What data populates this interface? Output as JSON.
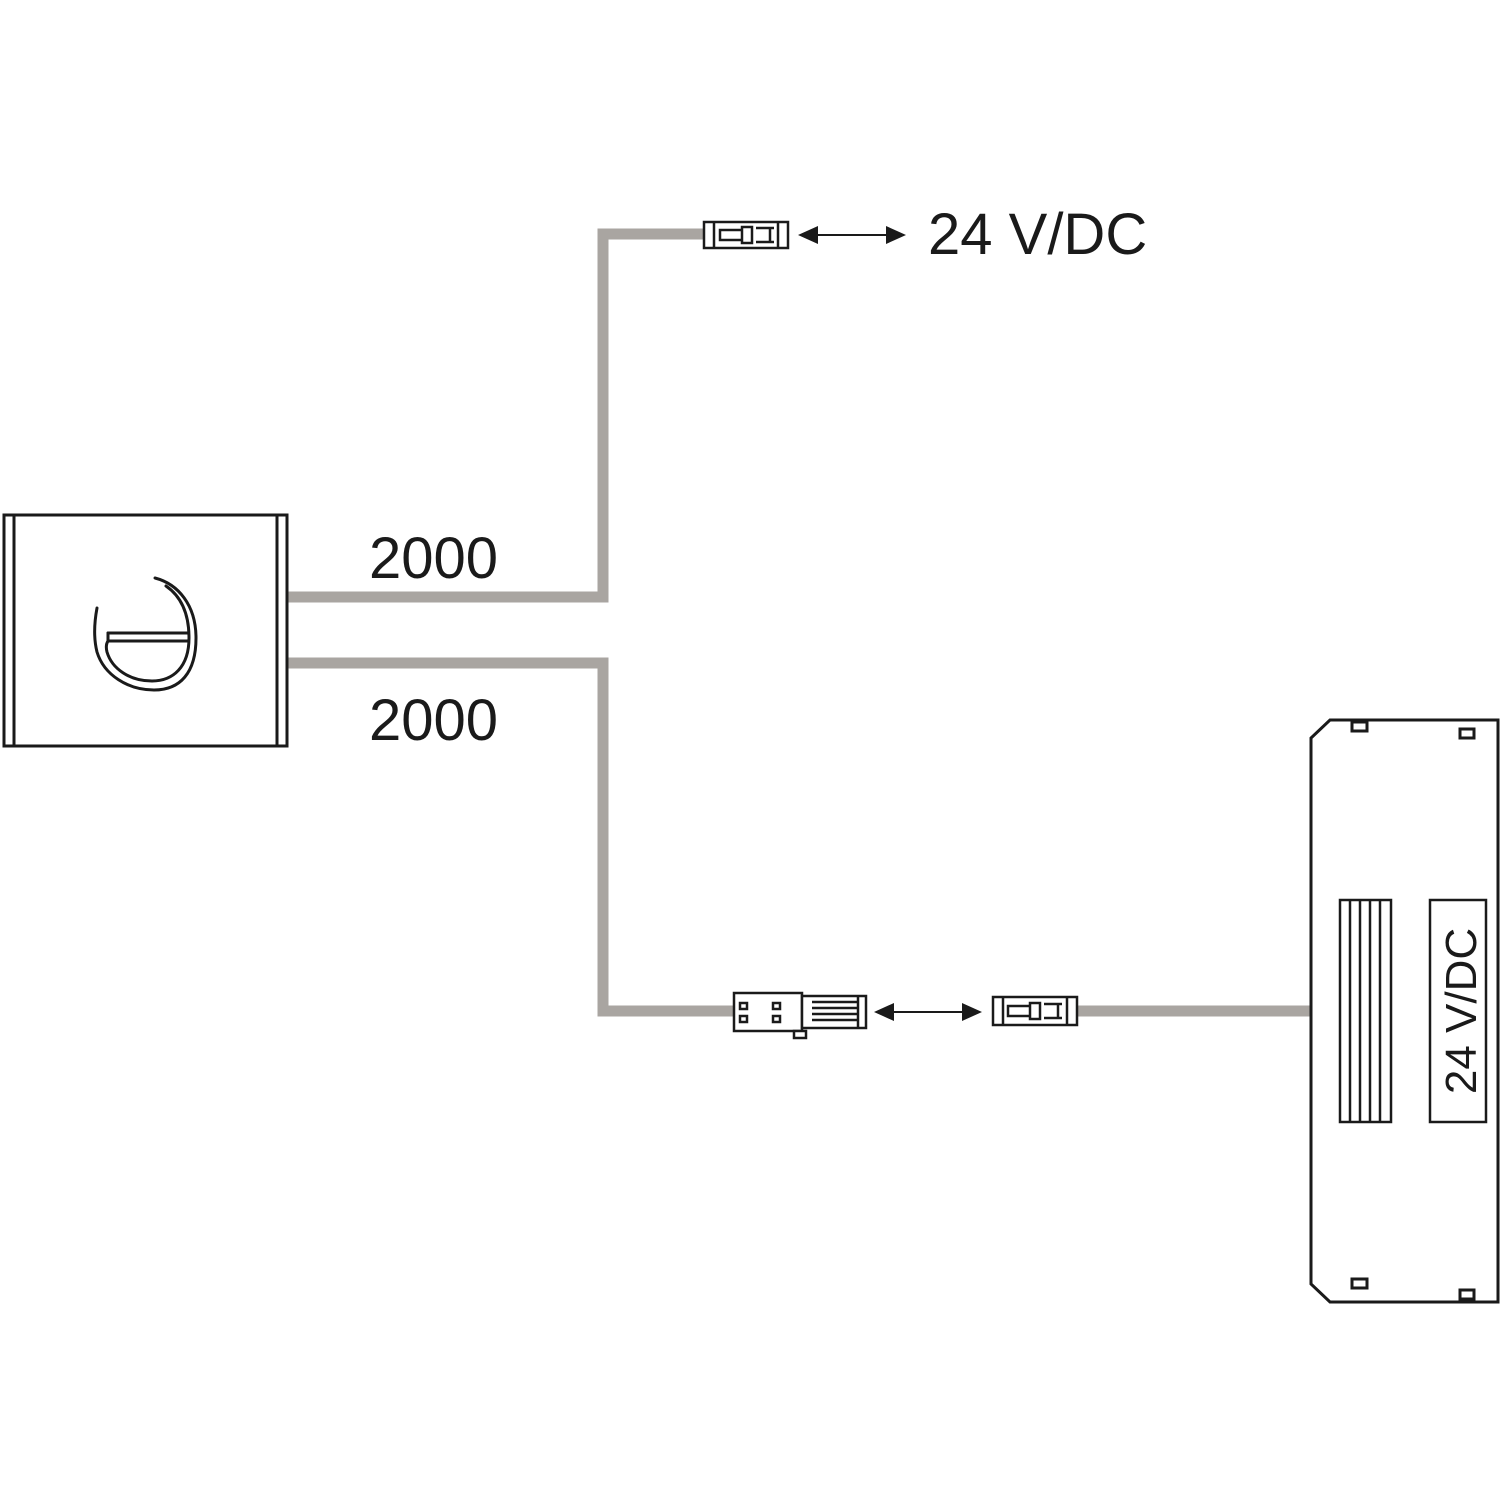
{
  "diagram": {
    "upper_cable_length": "2000",
    "lower_cable_length": "2000",
    "top_connector_voltage": "24 V/DC",
    "power_supply_label": "24 V/DC",
    "colors": {
      "cable": "#a9a5a1",
      "line": "#1a1a1a",
      "background": "#ffffff"
    }
  }
}
